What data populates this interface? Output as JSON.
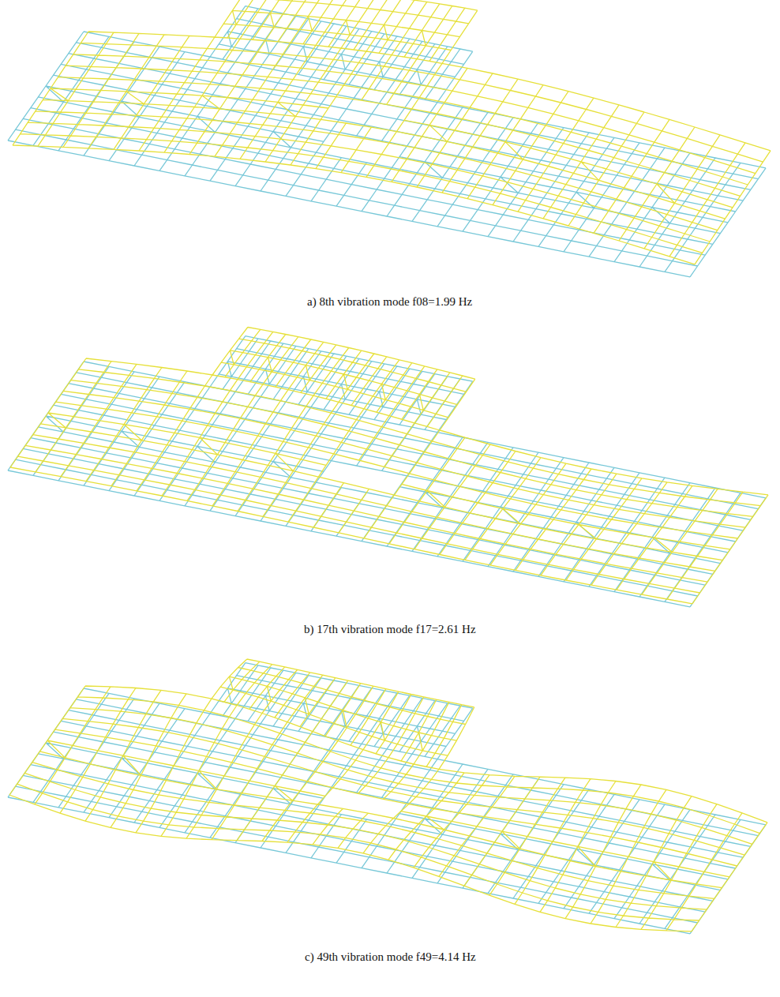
{
  "diagram": {
    "labels": [
      "a) 8th vibration mode f08=1.99 Hz",
      "b) 17th vibration mode f17=2.61 Hz",
      "c) 49th vibration mode f49=4.14 Hz"
    ]
  }
}
